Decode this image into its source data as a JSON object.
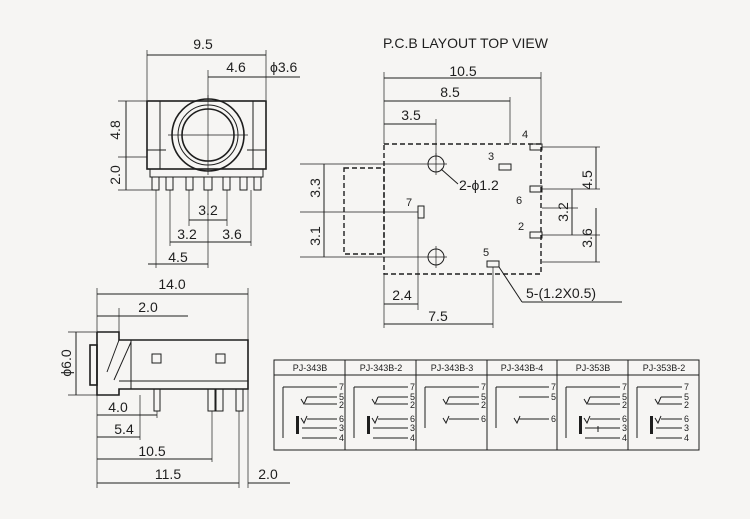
{
  "pcb_title": "P.C.B LAYOUT  TOP VIEW",
  "front_view": {
    "dim_width": "9.5",
    "dim_offset": "4.6",
    "dim_diameter": "ϕ3.6",
    "dim_height_upper": "4.8",
    "dim_height_lower": "2.0",
    "dim_pin_spacing_center": "3.2",
    "dim_pin_left": "3.2",
    "dim_pin_right": "3.6",
    "dim_pin_outer": "4.5"
  },
  "pcb_layout": {
    "dim_total_width": "10.5",
    "dim_width_8_5": "8.5",
    "dim_width_3_5": "3.5",
    "dim_left_upper": "3.3",
    "dim_left_lower": "3.1",
    "dim_right_upper": "4.5",
    "dim_right_mid": "3.2",
    "dim_right_lower": "3.6",
    "dim_bottom_small": "2.4",
    "dim_bottom_width": "7.5",
    "hole_label": "2-ϕ1.2",
    "slot_label": "5-(1.2X0.5)",
    "pin_numbers": [
      "4",
      "3",
      "6",
      "7",
      "2",
      "5"
    ]
  },
  "side_view": {
    "dim_length": "14.0",
    "dim_front": "2.0",
    "dim_diameter": "ϕ6.0",
    "dim_4_0": "4.0",
    "dim_5_4": "5.4",
    "dim_10_5": "10.5",
    "dim_11_5": "11.5",
    "dim_tail": "2.0"
  },
  "schematic_table": {
    "models": [
      "PJ-343B",
      "PJ-343B-2",
      "PJ-343B-3",
      "PJ-343B-4",
      "PJ-353B",
      "PJ-353B-2"
    ],
    "pins": [
      [
        "7",
        "5",
        "2",
        "6",
        "3",
        "4"
      ],
      [
        "7",
        "5",
        "2",
        "6",
        "3",
        "4"
      ],
      [
        "7",
        "5",
        "2",
        "6"
      ],
      [
        "7",
        "5",
        "6"
      ],
      [
        "7",
        "5",
        "2",
        "6",
        "3",
        "4"
      ],
      [
        "7",
        "5",
        "2",
        "6",
        "3",
        "4"
      ]
    ]
  }
}
